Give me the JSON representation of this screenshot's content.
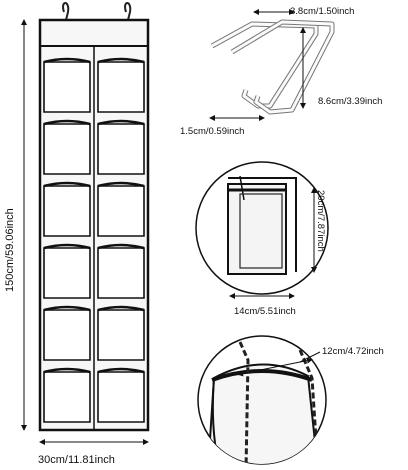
{
  "dimensions": {
    "height_main": "150cm/59.06inch",
    "width_main": "30cm/11.81inch",
    "hook_top": "3.8cm/1.50inch",
    "hook_depth": "8.6cm/3.39inch",
    "hook_thickness": "1.5cm/0.59inch",
    "pocket_height": "20cm/7.87inch",
    "pocket_width": "14cm/5.51inch",
    "pocket_opening": "12cm/4.72inch"
  }
}
